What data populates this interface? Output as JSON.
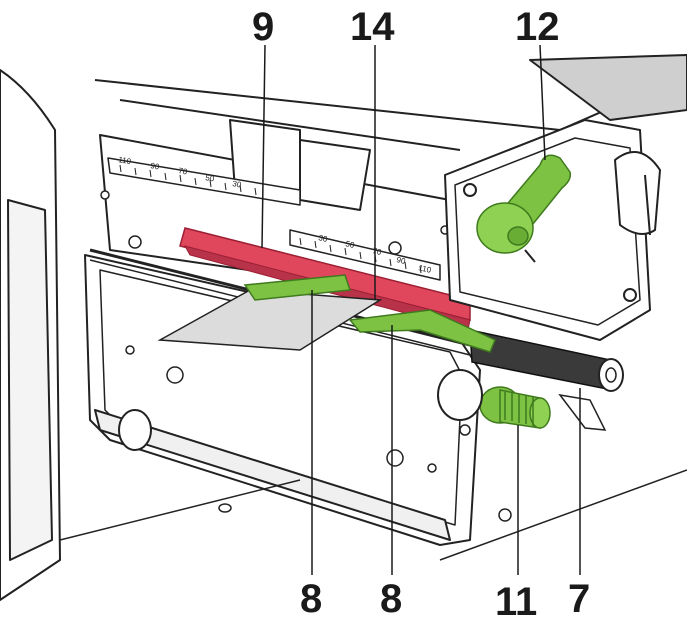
{
  "callouts": {
    "c9": "9",
    "c14": "14",
    "c12": "12",
    "c8a": "8",
    "c8b": "8",
    "c11": "11",
    "c7": "7"
  },
  "scale_top": {
    "n110": "110",
    "n90": "90",
    "n70": "70",
    "n50": "50",
    "n30": "30"
  },
  "scale_bottom": {
    "n30": "30",
    "n50": "50",
    "n70": "70",
    "n90": "90",
    "n110": "110"
  },
  "colors": {
    "green": "#7dc242",
    "green_dark": "#3f7a1e",
    "red": "#e0475d",
    "red_dark": "#9c1f33",
    "roller": "#3a3a3a",
    "label": "#dcdcdc",
    "line": "#222222"
  }
}
